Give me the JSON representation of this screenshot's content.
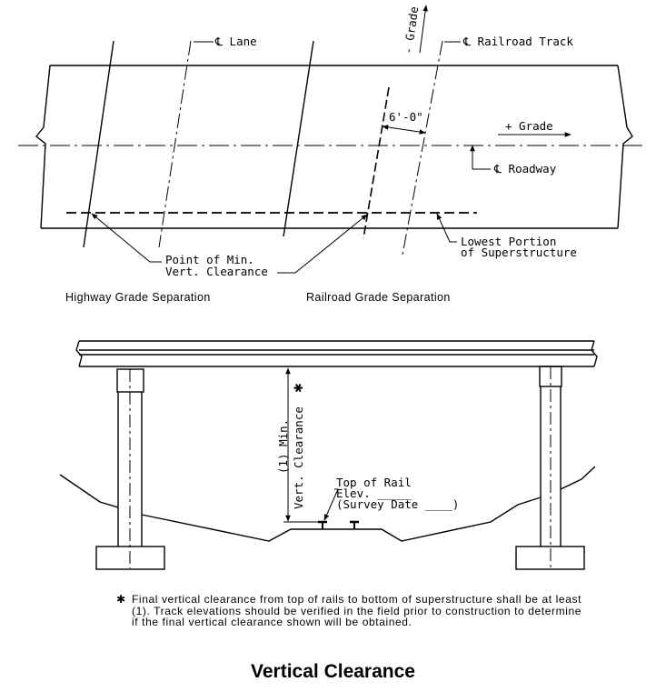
{
  "plan": {
    "cl_lane": "℄ Lane",
    "cl_railroad_track": "℄ Railroad Track",
    "grade_minus": "- Grade",
    "grade_plus": "+ Grade",
    "offset_dim": "6'-0\"",
    "cl_roadway": "℄ Roadway",
    "point_min_line1": "Point of Min.",
    "point_min_line2": "Vert. Clearance",
    "lowest_line1": "Lowest Portion",
    "lowest_line2": "of Superstructure",
    "highway_label": "Highway Grade Separation",
    "railroad_label": "Railroad Grade Separation"
  },
  "elevation": {
    "min_label": "(1) Min.",
    "vert_clearance": "Vert. Clearance",
    "asterisk": "✱",
    "top_rail_line1": "Top of Rail",
    "top_rail_line2": "Elev. _____",
    "top_rail_line3": "(Survey Date ____)"
  },
  "note": {
    "symbol": "✱",
    "text": "Final vertical clearance from top of rails to bottom of superstructure shall be at least (1). Track elevations should be verified in the field prior to construction to determine if the final vertical clearance shown will be obtained."
  },
  "caption": "Vertical Clearance"
}
